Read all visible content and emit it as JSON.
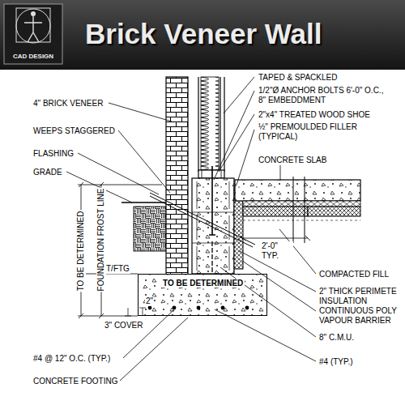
{
  "diagram": {
    "title": "Brick Veneer Wall",
    "nodes": [
      {
        "text": [
          "TO BE DETERMINED"
        ]
      }
    ],
    "labels": [
      "CAD DESIGN",
      "TAPED & SPACKLED",
      "1/2\"Ø ANCHOR BOLTS 6'-0\" O.C., 8\" EMBEDDMENT",
      "4\" BRICK VENEER",
      "2\"x4\" TREATED WOOD SHOE",
      "WEEPS STAGGERED",
      "½\" PREMOULDED FILLER (TYPICAL)",
      "FLASHING",
      "CONCRETE SLAB",
      "GRADE",
      "TO BE DETERMINED",
      "FOUNDATION FROST LINE",
      "T/FTG",
      "2'-0\" TYP.",
      "COMPACTED FILL",
      "2\" THICK PERIMETE INSULATION",
      "CONTINUOUS POLY VAPOUR BARRIER",
      "2\"",
      "3\" COVER",
      "8\" C.M.U.",
      "#4 (TYP.)",
      "#4 @ 12\" O.C. (TYP.)",
      "CONCRETE FOOTING"
    ]
  }
}
